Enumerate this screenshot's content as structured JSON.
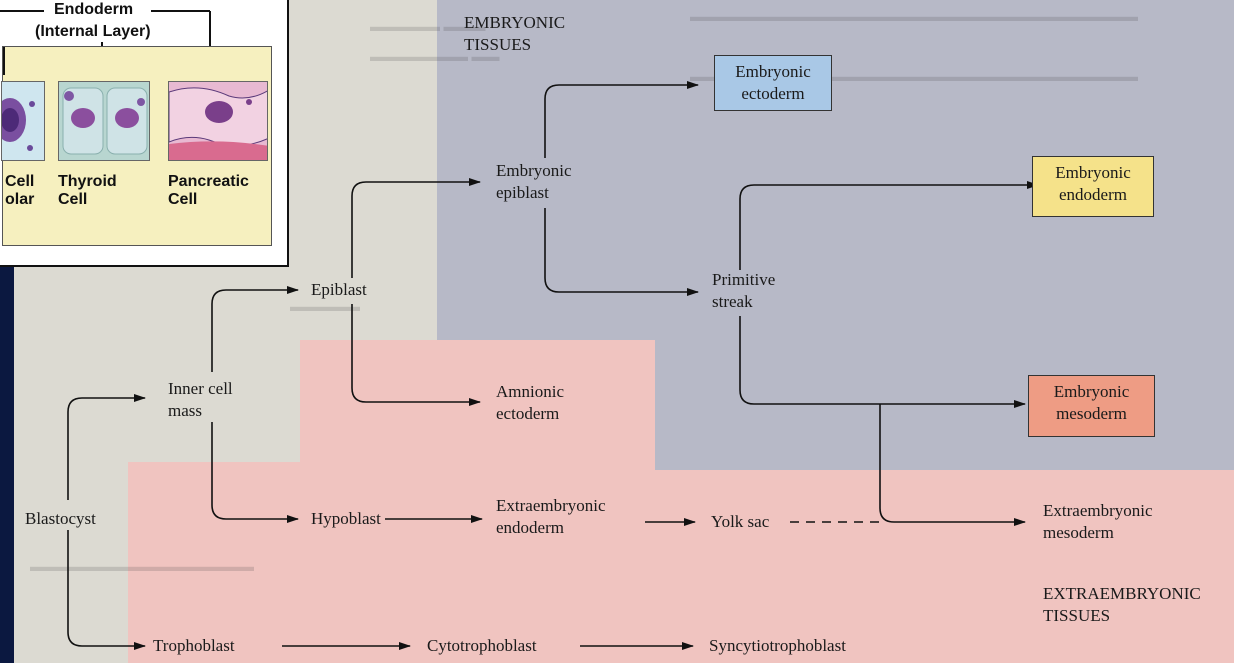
{
  "inset": {
    "header_line1": "Endoderm",
    "header_line2": "(Internal Layer)",
    "cells": [
      {
        "line1": "Cell",
        "line2": "olar"
      },
      {
        "line1": "Thyroid",
        "line2": "Cell"
      },
      {
        "line1": "Pancreatic",
        "line2": "Cell"
      }
    ]
  },
  "section_labels": {
    "embryonic": [
      "EMBRYONIC",
      "TISSUES"
    ],
    "extraembryonic": [
      "EXTRAEMBRYONIC",
      "TISSUES"
    ]
  },
  "nodes": {
    "blastocyst": [
      "Blastocyst"
    ],
    "inner_cell_mass": [
      "Inner cell",
      "mass"
    ],
    "trophoblast": [
      "Trophoblast"
    ],
    "epiblast": [
      "Epiblast"
    ],
    "hypoblast": [
      "Hypoblast"
    ],
    "embryonic_epiblast": [
      "Embryonic",
      "epiblast"
    ],
    "amnionic_ectoderm": [
      "Amnionic",
      "ectoderm"
    ],
    "extraembryonic_endoderm": [
      "Extraembryonic",
      "endoderm"
    ],
    "primitive_streak": [
      "Primitive",
      "streak"
    ],
    "yolk_sac": [
      "Yolk sac"
    ],
    "cytotrophoblast": [
      "Cytotrophoblast"
    ],
    "syncytiotrophoblast": [
      "Syncytiotrophoblast"
    ],
    "extraembryonic_mesoderm": [
      "Extraembryonic",
      "mesoderm"
    ],
    "embryonic_ectoderm": [
      "Embryonic",
      "ectoderm"
    ],
    "embryonic_endoderm": [
      "Embryonic",
      "endoderm"
    ],
    "embryonic_mesoderm": [
      "Embryonic",
      "mesoderm"
    ]
  },
  "colors": {
    "embryonic_region": "#b7b9c7",
    "extraembryonic_region": "#f0c4c0",
    "ectoderm_box": "#a9c8e6",
    "endoderm_box": "#f5e28a",
    "mesoderm_box": "#ee9c84",
    "inset_panel": "#f6f0bf"
  }
}
